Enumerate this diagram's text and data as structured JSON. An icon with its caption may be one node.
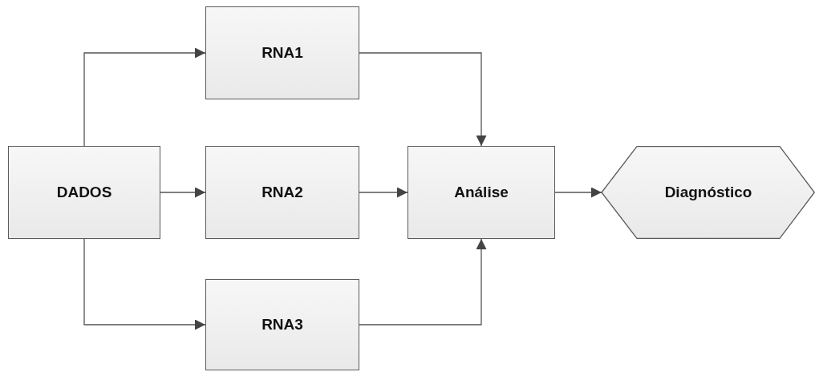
{
  "diagram": {
    "nodes": [
      {
        "text": [
          "DADOS"
        ]
      },
      {
        "text": [
          "RNA1"
        ]
      },
      {
        "text": [
          "RNA2"
        ]
      },
      {
        "text": [
          "RNA3"
        ]
      },
      {
        "text": [
          "Análise"
        ]
      },
      {
        "text": [
          "Diagnóstico"
        ]
      }
    ],
    "edges": [
      {
        "from": 0,
        "to": 1,
        "arrow": "to"
      },
      {
        "from": 0,
        "to": 2,
        "arrow": "to"
      },
      {
        "from": 0,
        "to": 3,
        "arrow": "to"
      },
      {
        "from": 1,
        "to": 4,
        "arrow": "to"
      },
      {
        "from": 2,
        "to": 4,
        "arrow": "to"
      },
      {
        "from": 3,
        "to": 4,
        "arrow": "to"
      },
      {
        "from": 4,
        "to": 5,
        "arrow": "to"
      }
    ]
  }
}
